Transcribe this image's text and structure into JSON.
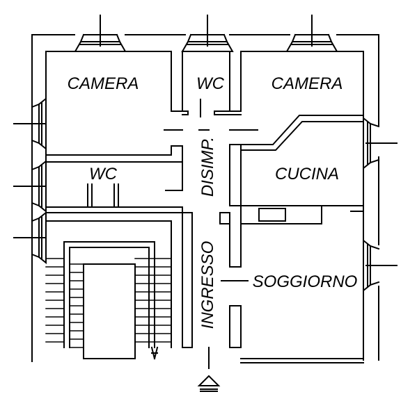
{
  "plan": {
    "rooms": {
      "camera_left": "CAMERA",
      "wc_top": "WC",
      "camera_right": "CAMERA",
      "wc_left": "WC",
      "cucina": "CUCINA",
      "disimp": "DISIMP.",
      "ingresso": "INGRESSO",
      "soggiorno": "SOGGIORNO"
    },
    "colors": {
      "wall": "#000000",
      "background": "#ffffff"
    },
    "icons": {
      "window": "window-icon",
      "entrance": "entrance-arrow-icon",
      "stairs": "staircase-icon"
    }
  }
}
